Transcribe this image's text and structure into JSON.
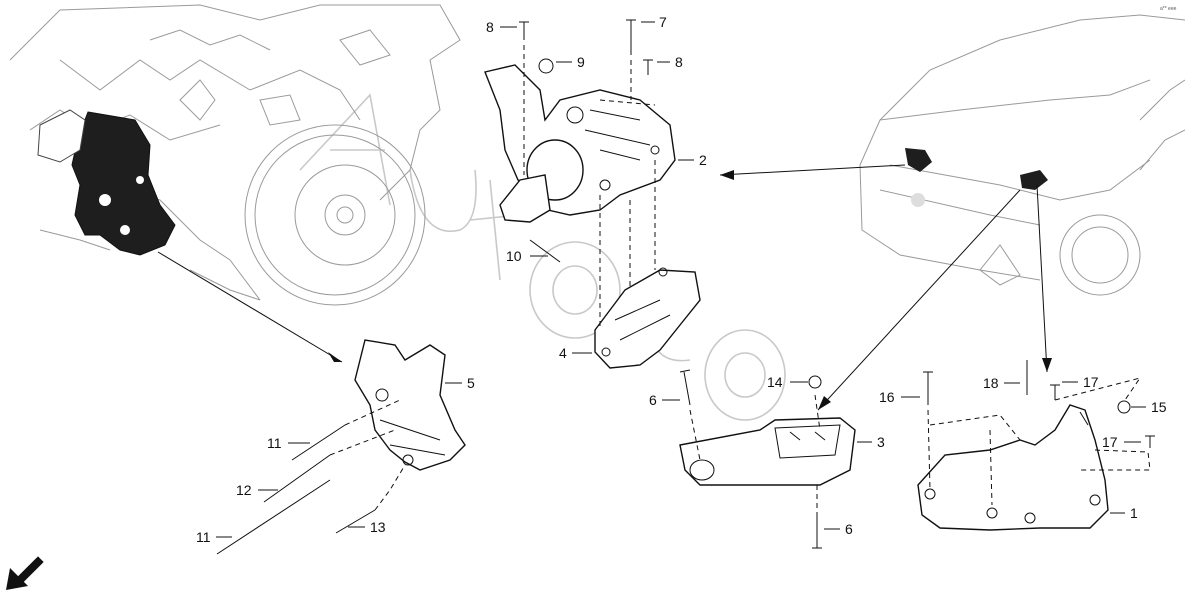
{
  "corner_mark": "a** eee",
  "callouts": [
    {
      "id": "c7",
      "num": "7"
    },
    {
      "id": "c8a",
      "num": "8"
    },
    {
      "id": "c8b",
      "num": "8"
    },
    {
      "id": "c9",
      "num": "9"
    },
    {
      "id": "c2",
      "num": "2"
    },
    {
      "id": "c10",
      "num": "10"
    },
    {
      "id": "c4",
      "num": "4"
    },
    {
      "id": "c5",
      "num": "5"
    },
    {
      "id": "c6a",
      "num": "6"
    },
    {
      "id": "c14",
      "num": "14"
    },
    {
      "id": "c3",
      "num": "3"
    },
    {
      "id": "c16",
      "num": "16"
    },
    {
      "id": "c18",
      "num": "18"
    },
    {
      "id": "c17a",
      "num": "17"
    },
    {
      "id": "c15",
      "num": "15"
    },
    {
      "id": "c17b",
      "num": "17"
    },
    {
      "id": "c11a",
      "num": "11"
    },
    {
      "id": "c12",
      "num": "12"
    },
    {
      "id": "c13",
      "num": "13"
    },
    {
      "id": "c11b",
      "num": "11"
    },
    {
      "id": "c6b",
      "num": "6"
    },
    {
      "id": "c1",
      "num": "1"
    }
  ],
  "icons": [
    "front-direction-arrow-icon"
  ]
}
